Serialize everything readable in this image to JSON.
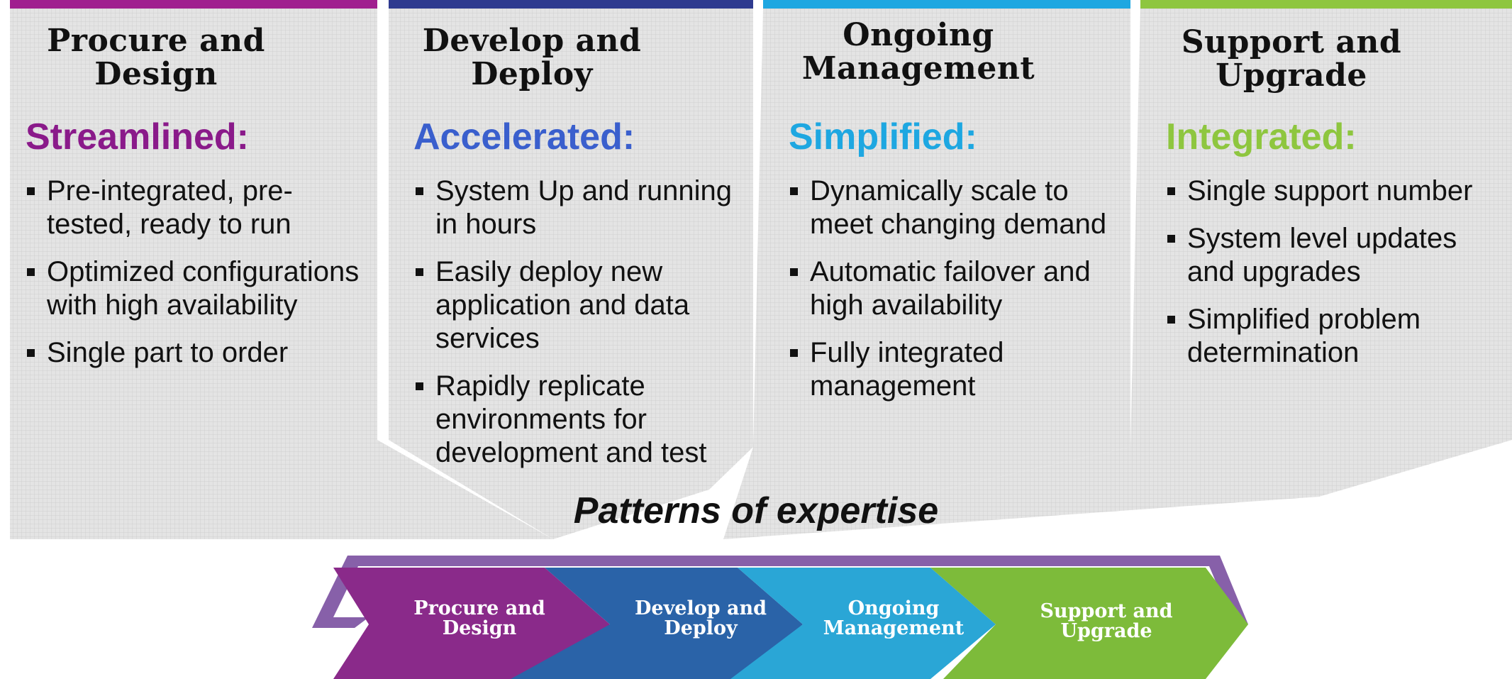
{
  "columns": [
    {
      "heading": "Procure and Design",
      "heading_l1": "Procure and",
      "heading_l2": "Design",
      "subtitle": "Streamlined:",
      "color": "#8a1a8a",
      "bullets": [
        "Pre-integrated, pre-tested, ready to run",
        "Optimized configurations with high availability",
        "Single part to order"
      ]
    },
    {
      "heading": "Develop and Deploy",
      "heading_l1": "Develop and",
      "heading_l2": "Deploy",
      "subtitle": "Accelerated:",
      "color": "#3a5fcd",
      "bullets": [
        "System Up and running in hours",
        "Easily deploy new application and data services",
        "Rapidly replicate environments for development and test"
      ]
    },
    {
      "heading": "Ongoing Management",
      "heading_l1": "Ongoing",
      "heading_l2": "Management",
      "subtitle": "Simplified:",
      "color": "#1ea7e1",
      "bullets": [
        "Dynamically scale to meet changing demand",
        "Automatic failover and high availability",
        "Fully integrated management"
      ]
    },
    {
      "heading": "Support and Upgrade",
      "heading_l1": "Support and",
      "heading_l2": "Upgrade",
      "subtitle": "Integrated:",
      "color": "#8ec63f",
      "bullets": [
        "Single support number",
        "System level updates and upgrades",
        "Simplified problem determination"
      ]
    }
  ],
  "patterns_label": "Patterns of expertise",
  "flow": [
    {
      "l1": "Procure and",
      "l2": "Design",
      "color": "#8a2a8a"
    },
    {
      "l1": "Develop and",
      "l2": "Deploy",
      "color": "#2a63a8"
    },
    {
      "l1": "Ongoing",
      "l2": "Management",
      "color": "#2aa6d6"
    },
    {
      "l1": "Support and",
      "l2": "Upgrade",
      "color": "#7dbb3a"
    }
  ],
  "bar_colors": {
    "top1": "#a01f8f",
    "top2": "#2e3a8f",
    "top3": "#1ea7e1",
    "top4": "#8ec63f"
  }
}
